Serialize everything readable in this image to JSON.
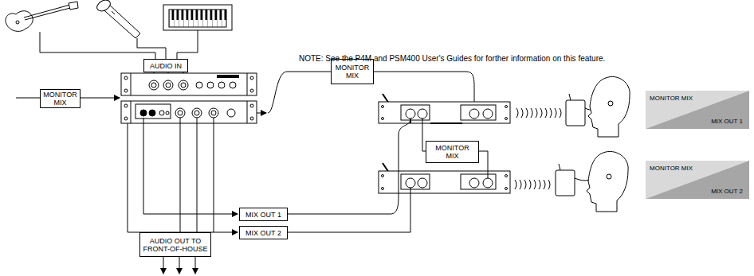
{
  "diagram": {
    "nodes": [
      {
        "text": [
          "AUDIO IN"
        ]
      },
      {
        "text": [
          "MONITOR MIX"
        ]
      },
      {
        "text": [
          "MONITOR MIX"
        ]
      },
      {
        "text": [
          "MONITOR MIX"
        ]
      },
      {
        "text": [
          "MONITOR MIX",
          "MIX OUT 1"
        ]
      },
      {
        "text": [
          "MIX OUT 1"
        ]
      },
      {
        "text": [
          "MONITOR MIX",
          "MIX OUT 2"
        ]
      },
      {
        "text": [
          "MIX OUT 2"
        ]
      },
      {
        "text": [
          "AUDIO OUT TO FRONT-OF-HOUSE"
        ]
      }
    ],
    "labels": [
      "NOTE: See the P4M and PSM400 User's Guides for forther information on this feature."
    ]
  }
}
